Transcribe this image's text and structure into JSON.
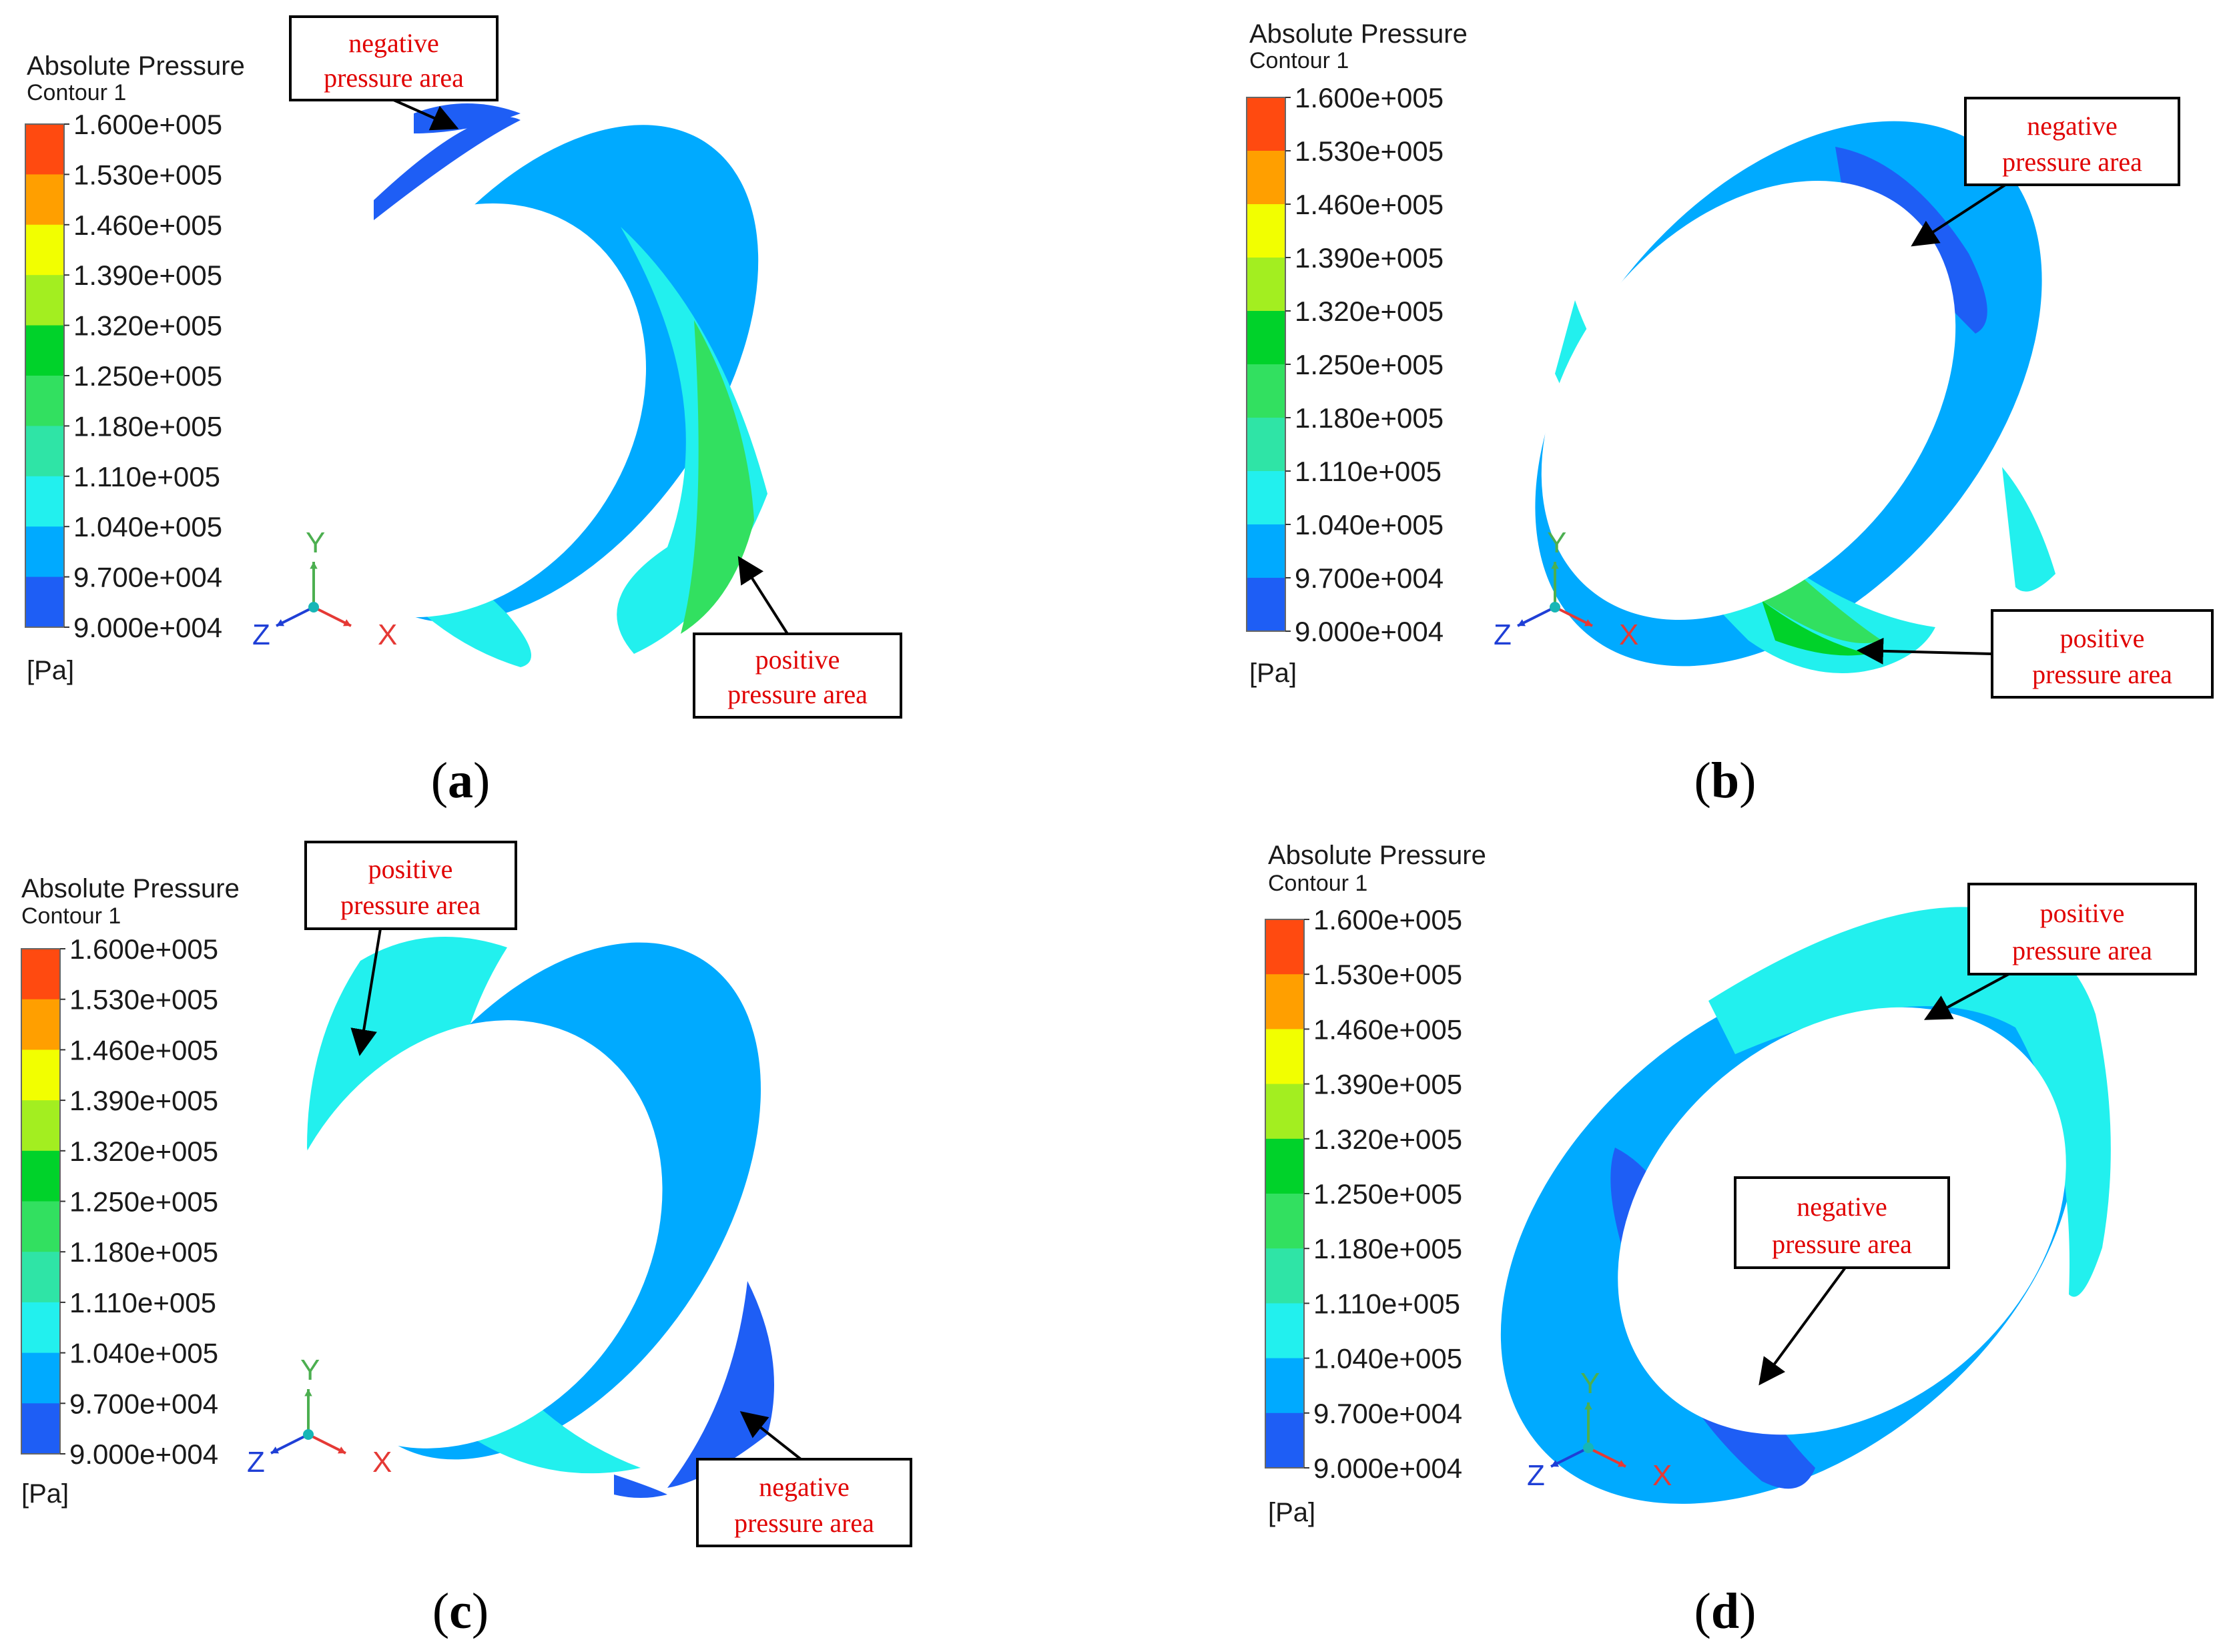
{
  "legend": {
    "title": "Absolute Pressure",
    "subtitle": "Contour 1",
    "unit": "[Pa]",
    "ticks": [
      "1.600e+005",
      "1.530e+005",
      "1.460e+005",
      "1.390e+005",
      "1.320e+005",
      "1.250e+005",
      "1.180e+005",
      "1.110e+005",
      "1.040e+005",
      "9.700e+004",
      "9.000e+004"
    ],
    "colors": [
      "#ff4a10",
      "#ff9f00",
      "#f2ff00",
      "#a3ee20",
      "#00d22a",
      "#32e060",
      "#2fe4a6",
      "#22f0ee",
      "#00aaff",
      "#1e5ef5",
      "#1030e6"
    ]
  },
  "axes": {
    "y": "Y",
    "z": "Z",
    "x": "X",
    "y_color": "#4caf50",
    "z_color": "#1f3fd6",
    "x_color": "#e53935"
  },
  "annotations": {
    "negative_1": "negative",
    "negative_2": "pressure area",
    "positive_1": "positive",
    "positive_2": "pressure area"
  },
  "panels": [
    {
      "label": "a"
    },
    {
      "label": "b"
    },
    {
      "label": "c"
    },
    {
      "label": "d"
    }
  ],
  "colors": {
    "base": "#00aaff",
    "low": "#1e5ef5",
    "mid": "#22f0ee",
    "green": "#32e060",
    "annotation_text": "#e00000"
  }
}
